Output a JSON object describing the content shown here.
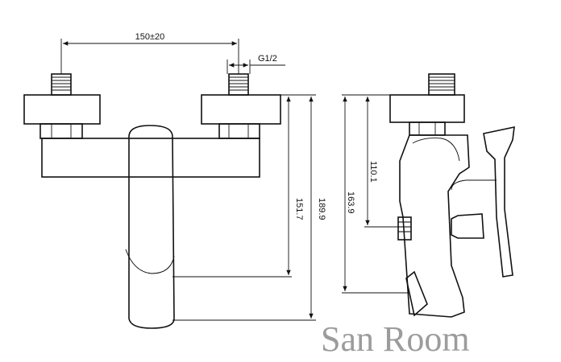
{
  "dimensions": {
    "spacing": "150±20",
    "thread": "G1/2",
    "h_front_small": "151.7",
    "h_front_large": "189.9",
    "h_side_small": "110.1",
    "h_side_large": "163.9"
  },
  "watermark": "San Room",
  "colors": {
    "line": "#111111",
    "watermark": "#9c9c9c",
    "background": "#ffffff"
  }
}
